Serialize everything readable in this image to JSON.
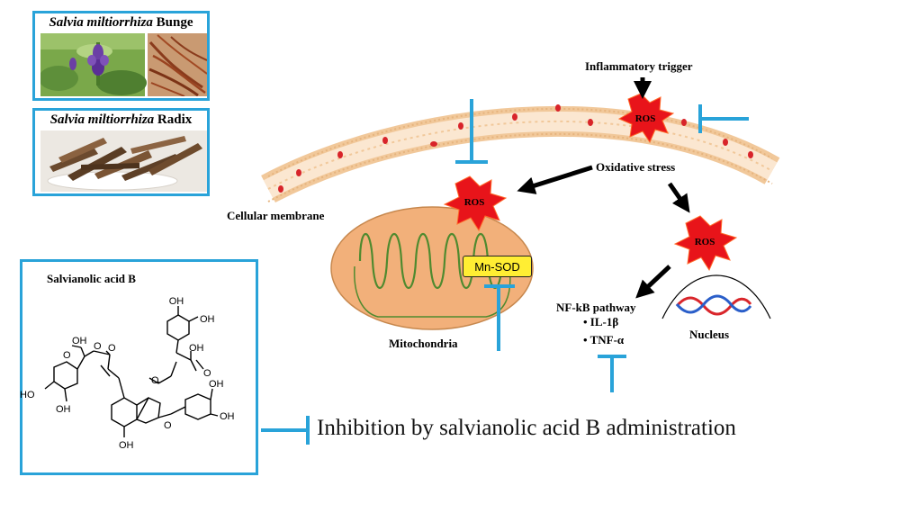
{
  "photos": {
    "top_title_italic": "Salvia miltiorrhiza",
    "top_title_rest": "Bunge",
    "bottom_title_italic": "Salvia miltiorrhiza",
    "bottom_title_rest": "Radix"
  },
  "compound": {
    "title": "Salvianolic acid B",
    "groups": {
      "oh_tr1": "OH",
      "oh_tr2": "OH",
      "cooh_right": "OH",
      "o_right": "O",
      "cooh_left": "OH",
      "o_left1": "O",
      "o_left2": "O",
      "o_carbonyl": "O",
      "o_ring_ester": "O",
      "ho_left": "HO",
      "oh_left_bottom": "OH",
      "oh_aryl_top": "OH",
      "oh_aryl_right": "OH",
      "o_furan": "O",
      "oh_bottom": "OH"
    }
  },
  "labels": {
    "inflammatory_trigger": "Inflammatory trigger",
    "oxidative_stress": "Oxidative stress",
    "cellular_membrane": "Cellular membrane",
    "mitochondria": "Mitochondria",
    "mn_sod": "Mn-SOD",
    "nfkb_pathway": "NF-kB pathway",
    "il1b": "• IL-1β",
    "tnfa": "• TNF-α",
    "nucleus": "Nucleus",
    "ros": "ROS",
    "inhibition": "Inhibition by salvianolic acid B administration"
  },
  "colors": {
    "accent": "#29a3d9",
    "ros": "#e8141a",
    "mito_fill": "#f2b07a",
    "membrane": "#f4d2a8",
    "mn_sod": "#ffee33",
    "dna_red": "#d9262b",
    "dna_blue": "#2a5ec9"
  }
}
